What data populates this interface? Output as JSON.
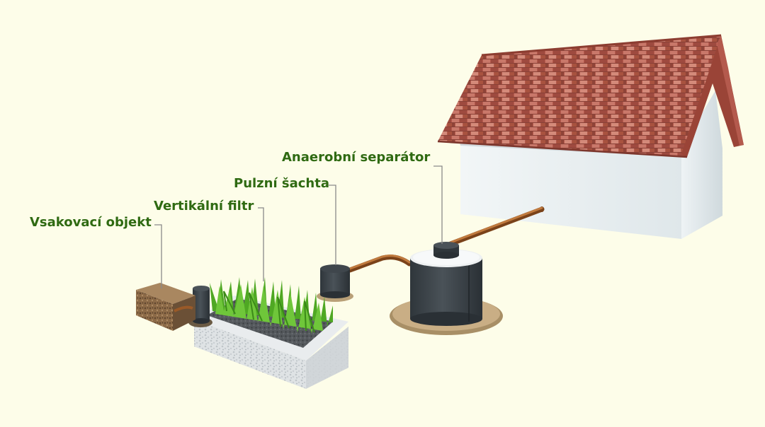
{
  "colors": {
    "background": "#fdfde9",
    "label_text": "#2f6a12",
    "leader_line": "#8a8a8a",
    "roof": "#b2594c",
    "wall": "#e4ecef",
    "pipe": "#9a5a28",
    "tank": "#3c4349",
    "grass": "#5fb82c",
    "soil": "#8a6a48"
  },
  "labels": {
    "anaerobic_separator": "Anaerobní separátor",
    "pulse_shaft": "Pulzní šachta",
    "vertical_filter": "Vertikální filtr",
    "soakaway": "Vsakovací objekt"
  }
}
